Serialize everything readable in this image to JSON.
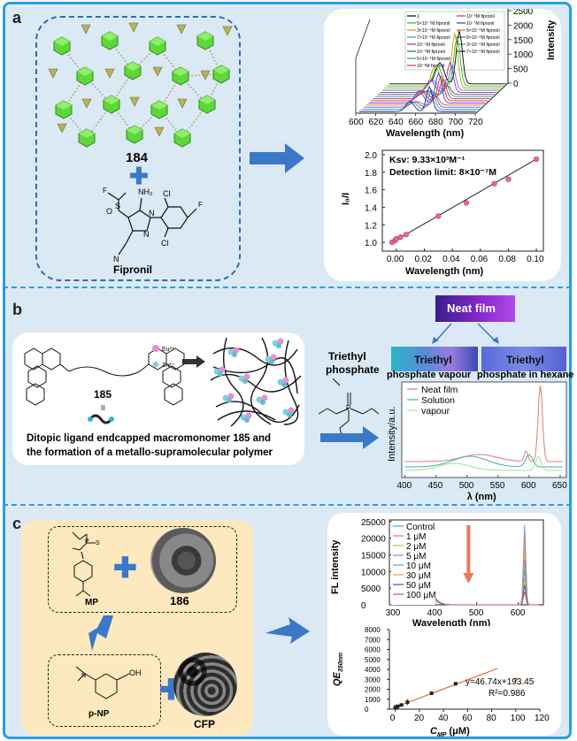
{
  "panels": {
    "a": {
      "label": "a",
      "compound_number": "184",
      "analyte": "Fipronil",
      "structure_atoms": {
        "f3c_left": "F",
        "s": "S",
        "o": "O",
        "nh2": "NH₂",
        "n1": "N",
        "n2": "N",
        "cl_top": "Cl",
        "cl_bottom": "Cl",
        "f3c_right": "F",
        "cn_n": "N"
      },
      "spectrum": {
        "xlabel": "Wavelength (nm)",
        "ylabel": "Intensity",
        "x_ticks": [
          "600",
          "620",
          "640",
          "660",
          "680",
          "700",
          "720"
        ],
        "y_ticks": [
          "0",
          "500",
          "1000",
          "1500",
          "2000",
          "2500"
        ],
        "legend_left": [
          "1",
          "5×10⁻⁷M fipronil",
          "3×10⁻⁶M fipronil",
          "7×10⁻⁶M fipronil",
          "10⁻⁵M fipronil",
          "10⁻⁴M fipronil",
          "5×10⁻⁴M fipronil",
          "10⁻³M fipronil"
        ],
        "legend_right": [
          "10⁻⁸M fipronil",
          "10⁻⁷M fipronil",
          "5×10⁻⁶M fipronil",
          "8×10⁻⁶M fipronil",
          "3×10⁻⁵M fipronil",
          "7×10⁻⁵M fipronil"
        ],
        "legend_colors_left": [
          "#000000",
          "#1fc01f",
          "#c4a000",
          "#3a8dde",
          "#b01fb0",
          "#555555",
          "#2a9a9a",
          "#d23a3a"
        ],
        "legend_colors_right": [
          "#e0225e",
          "#3344cc",
          "#e85a1f",
          "#7a4fcf",
          "#19a0c8",
          "#1e1e8c"
        ]
      },
      "stern_volmer": {
        "ksv": "Ksv: 9.33×10³M⁻¹",
        "detection_limit": "Detection limit: 8×10⁻⁷M",
        "xlabel": "Wavelength (nm)",
        "ylabel": "I₀/I",
        "x_ticks": [
          "0.00",
          "0.02",
          "0.04",
          "0.06",
          "0.08",
          "0.10"
        ],
        "y_ticks": [
          "1.0",
          "1.2",
          "1.4",
          "1.6",
          "1.8",
          "2.0"
        ]
      }
    },
    "b": {
      "label": "b",
      "compound_number": "185",
      "ion_eu": "Eu³⁺",
      "ion_zn": "Zn²⁺",
      "equals": "II",
      "caption_line1": "Ditopic ligand endcapped macromonomer 185 and",
      "caption_line2": "the formation of a metallo-supramolecular polymer",
      "reagent_line1": "Triethyl",
      "reagent_line2": "phosphate",
      "photo_neat": "Neat film",
      "photo_vapour_line1": "Triethyl",
      "photo_vapour_line2": "phosphate vapour",
      "photo_hexane_line1": "Triethyl",
      "photo_hexane_line2": "phosphate in hexane",
      "spectrum": {
        "xlabel": "λ (nm)",
        "ylabel": "Intensity/a.u.",
        "x_ticks": [
          "400",
          "450",
          "500",
          "550",
          "600",
          "650"
        ],
        "legend": [
          "Neat film",
          "Solution",
          "vapour"
        ],
        "legend_colors": [
          "#e07a7a",
          "#3bb0a8",
          "#9be29b"
        ]
      }
    },
    "c": {
      "label": "c",
      "compound_number": "186",
      "mp_label": "MP",
      "pnp_label": "p-NP",
      "oh_label": "OH",
      "cfp_label": "CFP",
      "spectrum": {
        "xlabel": "Wavelength (nm)",
        "ylabel": "FL intensity",
        "x_ticks": [
          "300",
          "400",
          "500",
          "600"
        ],
        "y_ticks": [
          "0",
          "5000",
          "10000",
          "15000",
          "20000",
          "25000"
        ],
        "legend": [
          "Control",
          "1 μM",
          "2 μM",
          "5 μM",
          "10 μM",
          "30 μM",
          "50 μM",
          "100 μM"
        ],
        "legend_colors": [
          "#4aa3df",
          "#e0736b",
          "#a3c45a",
          "#9b7fcf",
          "#3fb5b0",
          "#f0a03a",
          "#2f5fb0",
          "#c0506a"
        ]
      },
      "linear": {
        "equation": "y=46.74x+193.45",
        "r2": "R²=0.986",
        "xlabel": "C",
        "xlabel_sub": "MP",
        "xlabel_unit": " (μM)",
        "ylabel": "QE",
        "ylabel_sub": "350nm",
        "x_ticks": [
          "0",
          "20",
          "40",
          "60",
          "80",
          "100",
          "120"
        ],
        "y_ticks": [
          "0",
          "1000",
          "2000",
          "3000",
          "4000",
          "5000",
          "6000",
          "7000",
          "8000"
        ]
      }
    }
  },
  "colors": {
    "panel_bg": "#dbe9f5",
    "frame": "#2a9fe0",
    "arrow": "#3b78c8",
    "plus": "#3b78c8"
  }
}
